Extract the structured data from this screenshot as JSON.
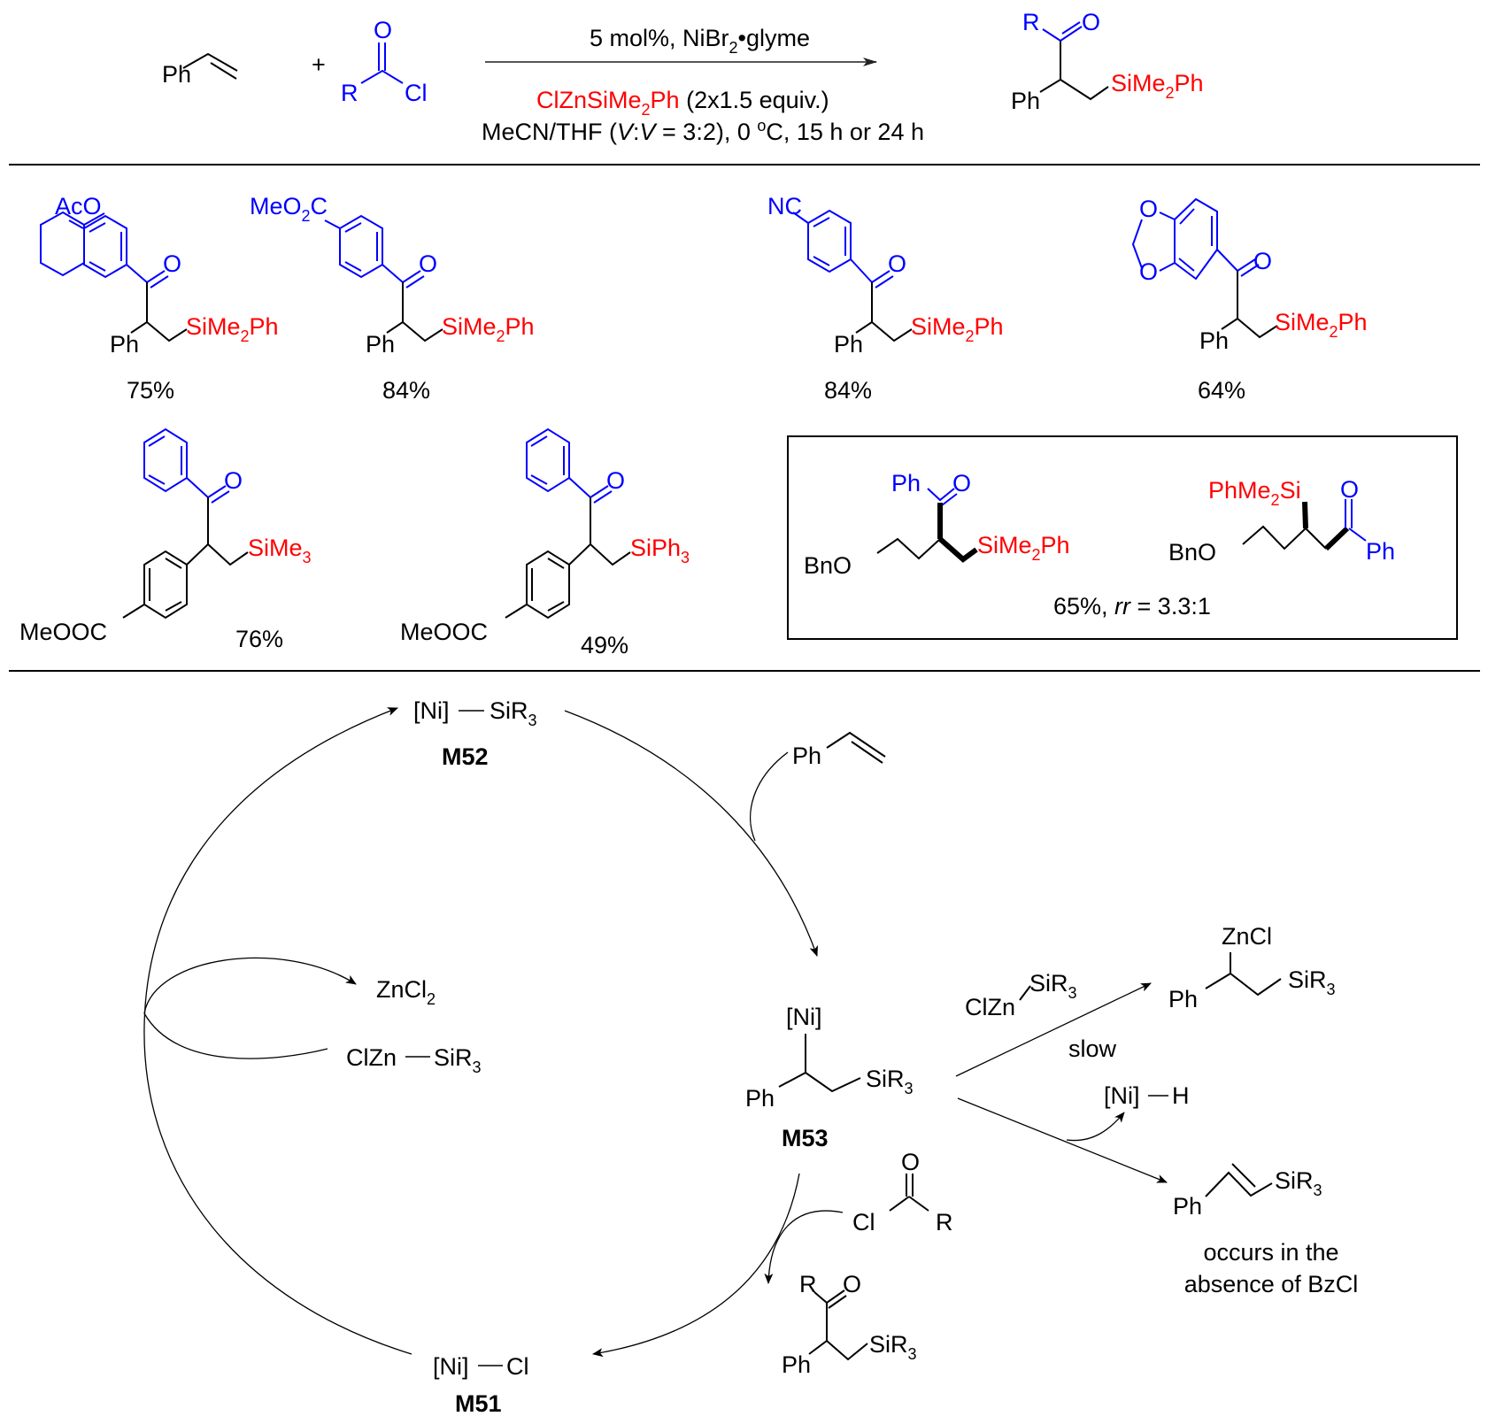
{
  "scheme": {
    "reaction": {
      "reactant1": {
        "ph": "Ph"
      },
      "plus": "+",
      "reactant2": {
        "r": "R",
        "o": "O",
        "cl": "Cl"
      },
      "conditions": {
        "above": {
          "pre": "5 mol%, NiBr",
          "sub": "2",
          "post": "•glyme"
        },
        "reagent": {
          "pre": "ClZnSiMe",
          "sub": "2",
          "post": "Ph",
          "suffix": " (2x1.5 equiv.)"
        },
        "solvent": {
          "pre": "MeCN/THF (",
          "v1": "V",
          "colon": ":",
          "v2": "V",
          "mid": " = 3:2), 0 ",
          "deg": "o",
          "post": "C, 15 h or 24 h"
        }
      },
      "product": {
        "r": "R",
        "o": "O",
        "ph": "Ph",
        "si": "SiMe",
        "si_sub": "2",
        "si_post": "Ph"
      }
    },
    "substrates": [
      {
        "id": "p1",
        "substituent": "AcO",
        "yield": "75%",
        "silyl": "SiMe",
        "silyl_sub": "2",
        "silyl_post": "Ph",
        "ph": "Ph",
        "o": "O"
      },
      {
        "id": "p2",
        "substituent": "MeO",
        "substituent_sub": "2",
        "substituent_post": "C",
        "yield": "84%",
        "silyl": "SiMe",
        "silyl_sub": "2",
        "silyl_post": "Ph",
        "ph": "Ph",
        "o": "O"
      },
      {
        "id": "p3",
        "substituent": "NC",
        "yield": "84%",
        "silyl": "SiMe",
        "silyl_sub": "2",
        "silyl_post": "Ph",
        "ph": "Ph",
        "o": "O"
      },
      {
        "id": "p4",
        "substituent": "O",
        "substituent2": "O",
        "yield": "64%",
        "silyl": "SiMe",
        "silyl_sub": "2",
        "silyl_post": "Ph",
        "ph": "Ph",
        "o": "O"
      },
      {
        "id": "p5",
        "substituent": "MeOOC",
        "yield": "76%",
        "silyl": "SiMe",
        "silyl_sub": "3",
        "o": "O"
      },
      {
        "id": "p6",
        "substituent": "MeOOC",
        "yield": "49%",
        "silyl": "SiPh",
        "silyl_sub": "3",
        "o": "O"
      }
    ],
    "boxed": {
      "left": {
        "ph": "Ph",
        "o": "O",
        "bno": "BnO",
        "silyl": "SiMe",
        "silyl_sub": "2",
        "silyl_post": "Ph"
      },
      "right": {
        "silyl": "PhMe",
        "silyl_sub": "2",
        "silyl_post": "Si",
        "bno": "BnO",
        "o": "O",
        "ph": "Ph"
      },
      "caption": {
        "pre": "65%, ",
        "rr": "rr",
        "post": " = 3.3:1"
      }
    },
    "cycle": {
      "m52": {
        "ni": "[Ni]",
        "si": "SiR",
        "sub": "3",
        "label": "M52"
      },
      "styrene": {
        "ph": "Ph"
      },
      "m53": {
        "ni": "[Ni]",
        "ph": "Ph",
        "si": "SiR",
        "sub": "3",
        "label": "M53"
      },
      "m51": {
        "ni": "[Ni]",
        "cl": "Cl",
        "label": "M51"
      },
      "zncl2": {
        "pre": "ZnCl",
        "sub": "2"
      },
      "clznsi": {
        "pre": "ClZn",
        "si": "SiR",
        "sub": "3"
      },
      "acyl": {
        "o": "O",
        "cl": "Cl",
        "r": "R"
      },
      "cycle_product": {
        "r": "R",
        "o": "O",
        "ph": "Ph",
        "si": "SiR",
        "sub": "3"
      },
      "side": {
        "reagent": {
          "clzn": "ClZn",
          "si": "SiR",
          "sub": "3"
        },
        "slow": "slow",
        "zinc_product": {
          "zncl": "ZnCl",
          "ph": "Ph",
          "si": "SiR",
          "sub": "3"
        },
        "nih": {
          "ni": "[Ni]",
          "h": "H"
        },
        "vinylsilane": {
          "ph": "Ph",
          "si": "SiR",
          "sub": "3"
        },
        "note_line1": "occurs in the",
        "note_line2": "absence of BzCl"
      }
    }
  }
}
